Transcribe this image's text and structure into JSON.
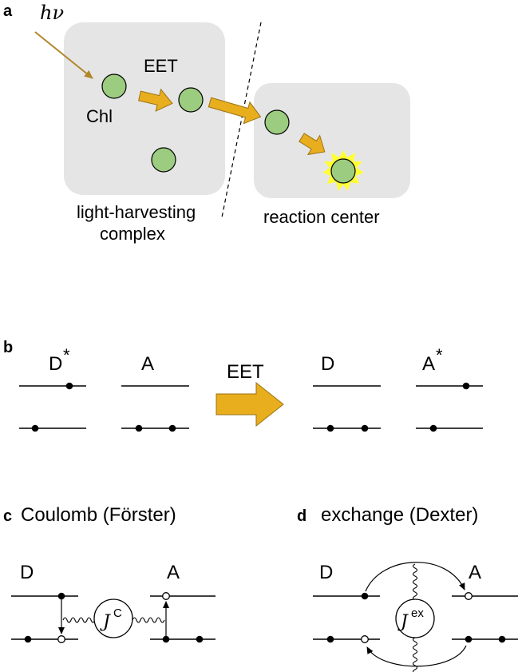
{
  "panel_a": {
    "letter": "a",
    "photon_label": "hν",
    "chl_label": "Chl",
    "eet_label": "EET",
    "lhc_label_line1": "light-harvesting",
    "lhc_label_line2": "complex",
    "rc_label": "reaction center"
  },
  "panel_b": {
    "letter": "b",
    "before_donor": "D",
    "before_donor_sup": "*",
    "before_acceptor": "A",
    "eet_label": "EET",
    "after_donor": "D",
    "after_acceptor": "A",
    "after_acceptor_sup": "*"
  },
  "panel_c": {
    "letter": "c",
    "title": "Coulomb (Förster)",
    "donor": "D",
    "acceptor": "A",
    "coupling": "J",
    "coupling_sup": "C"
  },
  "panel_d": {
    "letter": "d",
    "title": "exchange (Dexter)",
    "donor": "D",
    "acceptor": "A",
    "coupling": "J",
    "coupling_sup": "ex"
  },
  "colors": {
    "chlorophyll": "#9ccc7f",
    "eet_arrow": "#e8ae1e",
    "photon_arrow": "#b0872a",
    "reaction_glow": "#ffff33",
    "box": "#e6e5e6"
  }
}
